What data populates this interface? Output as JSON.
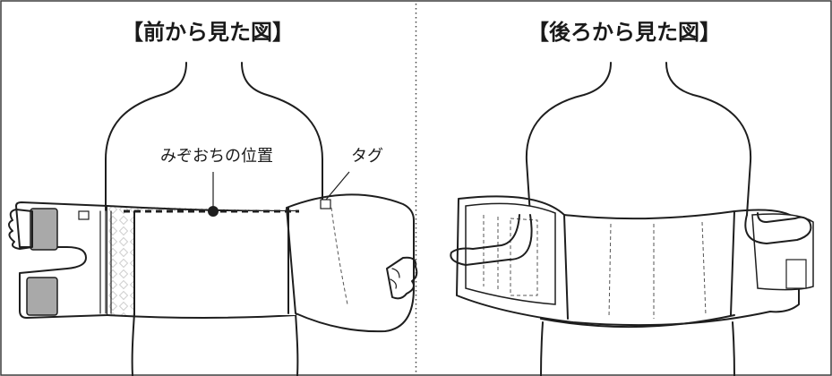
{
  "front_panel": {
    "title": "【前から見た図】",
    "solar_plexus_label": "みぞおちの位置",
    "tag_label": "タグ"
  },
  "back_panel": {
    "title": "【後ろから見た図】"
  },
  "colors": {
    "outline": "#1e1e1e",
    "frame": "#3c3c3c",
    "pad_gray": "#a9a9a9",
    "pattern": "#d2d2d2"
  }
}
